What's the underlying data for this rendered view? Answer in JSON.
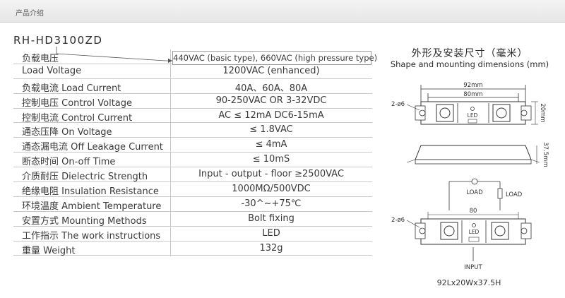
{
  "header": {
    "title": "产品介绍"
  },
  "model": "RH-HD3100ZD",
  "specs": [
    {
      "label": "负载电压",
      "value": "440VAC (basic type), 660VAC (high pressure type)"
    },
    {
      "label": "Load Voltage",
      "value": "1200VAC (enhanced)"
    },
    {
      "label": "负载电流 Load Current",
      "value": "40A、60A、80A"
    },
    {
      "label": "控制电压 Control Voltage",
      "value": "90-250VAC OR 3-32VDC"
    },
    {
      "label": "控制电流 Control Current",
      "value": "AC ≤ 12mA  DC6-15mA"
    },
    {
      "label": "通态压降 On Voltage",
      "value": "≤ 1.8VAC"
    },
    {
      "label": "通态漏电流 Off Leakage Current",
      "value": "≤ 4mA"
    },
    {
      "label": "断态时间 On-off Time",
      "value": "≤ 10mS"
    },
    {
      "label": "介质耐压 Dielectric Strength",
      "value": "Input - output - floor ≥2500VAC"
    },
    {
      "label": "绝缘电阻 Insulation Resistance",
      "value": "1000MΩ/500VDC"
    },
    {
      "label": "环境温度 Ambient Temperature",
      "value": "-30^~+75℃"
    },
    {
      "label": "安置方式 Mounting Methods",
      "value": "Bolt fixing"
    },
    {
      "label": "工作指示 The work instructions",
      "value": "LED"
    },
    {
      "label": "重量 Weight",
      "value": "132g"
    }
  ],
  "dimensions": {
    "title_cn": "外形及安装尺寸（毫米）",
    "title_en": "Shape and mounting dimensions (mm)",
    "width_outer": "92mm",
    "width_inner": "80mm",
    "height_side": "20mm",
    "depth_side": "37.5mm",
    "hole_top": "2-ø6",
    "hole_bottom": "2-ø6",
    "led": "LED",
    "load_top": "LOAD",
    "load_right": "LOAD",
    "span_bottom": "80",
    "input": "INPUT",
    "overall": "92Lx20Wx37.5H"
  }
}
